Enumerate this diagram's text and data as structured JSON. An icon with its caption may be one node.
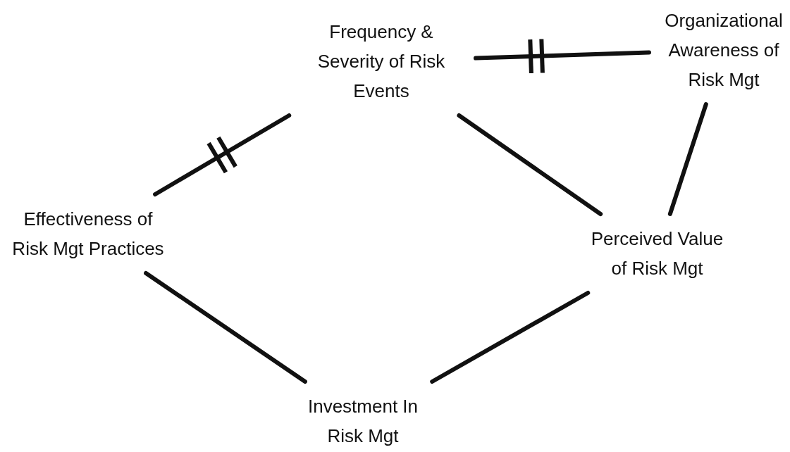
{
  "diagram": {
    "nodes": [
      {
        "text": [
          "Frequency & Severity of Risk Events"
        ]
      },
      {
        "text": [
          "Organizational Awareness of Risk Mgt"
        ]
      },
      {
        "text": [
          "Perceived Value of Risk Mgt"
        ]
      },
      {
        "text": [
          "Investment In Risk Mgt"
        ]
      },
      {
        "text": [
          "Effectiveness of Risk Mgt Practices"
        ]
      }
    ],
    "edges": [
      {
        "from": 4,
        "to": 0,
        "arrow": "none"
      },
      {
        "from": 0,
        "to": 1,
        "arrow": "none"
      },
      {
        "from": 0,
        "to": 2,
        "arrow": "none"
      },
      {
        "from": 1,
        "to": 2,
        "arrow": "none"
      },
      {
        "from": 2,
        "to": 3,
        "arrow": "none"
      },
      {
        "from": 3,
        "to": 4,
        "arrow": "none"
      }
    ]
  }
}
